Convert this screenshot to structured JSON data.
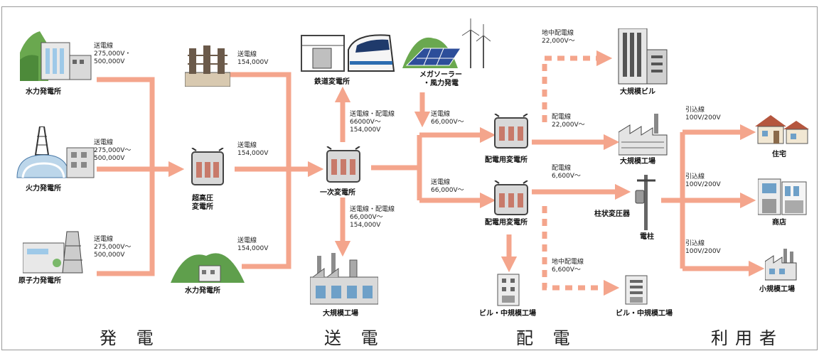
{
  "colors": {
    "flow": "#f4a58c",
    "text": "#222222",
    "frame": "#9a9a9a"
  },
  "sections": {
    "generation": "発 電",
    "transmission": "送 電",
    "distribution": "配 電",
    "users": "利用者"
  },
  "nodes": {
    "hydro_plant": "水力発電所",
    "thermal_plant": "火力発電所",
    "nuclear_plant": "原子力発電所",
    "ultra_substation": "超高圧\n変電所",
    "small_hydro": "水力発電所",
    "railway_substation": "鉄道変電所",
    "mega_solar": "メガソーラー\n・風力発電",
    "primary_substation": "一次変電所",
    "large_factory_tx": "大規模工場",
    "dist_substation_1": "配電用変電所",
    "dist_substation_2": "配電用変電所",
    "building_mid_factory_1": "ビル・中規模工場",
    "large_building": "大規模ビル",
    "large_factory_dist": "大規模工場",
    "pole_transformer": "柱状変圧器",
    "utility_pole": "電柱",
    "building_mid_factory_2": "ビル・中規模工場",
    "house": "住宅",
    "shop": "商店",
    "small_factory": "小規模工場"
  },
  "labels": {
    "hydro_line": "送電線\n275,000V・\n500,000V",
    "thermal_line": "送電線\n275,000V〜\n500,000V",
    "nuclear_line": "送電線\n275,000V〜\n500,000V",
    "fossil_top_line": "送電線\n154,000V",
    "ultra_out_line": "送電線\n154,000V",
    "small_hydro_line": "送電線\n154,000V",
    "primary_up_line": "送電線・配電線\n66000V〜\n154,000V",
    "primary_down_line": "送電線・配電線\n66,000V〜\n154,000V",
    "solar_line": "送電線\n66,000V〜",
    "dist2_line": "送電線\n66,000V〜",
    "underground_top": "地中配電線\n22,000V〜",
    "dist1_factory_line": "配電線\n22,000V〜",
    "dist2_pole_line": "配電線\n6,600V〜",
    "underground_bottom": "地中配電線\n6,600V〜",
    "service_house": "引込線\n100V/200V",
    "service_shop": "引込線\n100V/200V",
    "service_factory": "引込線\n100V/200V"
  }
}
